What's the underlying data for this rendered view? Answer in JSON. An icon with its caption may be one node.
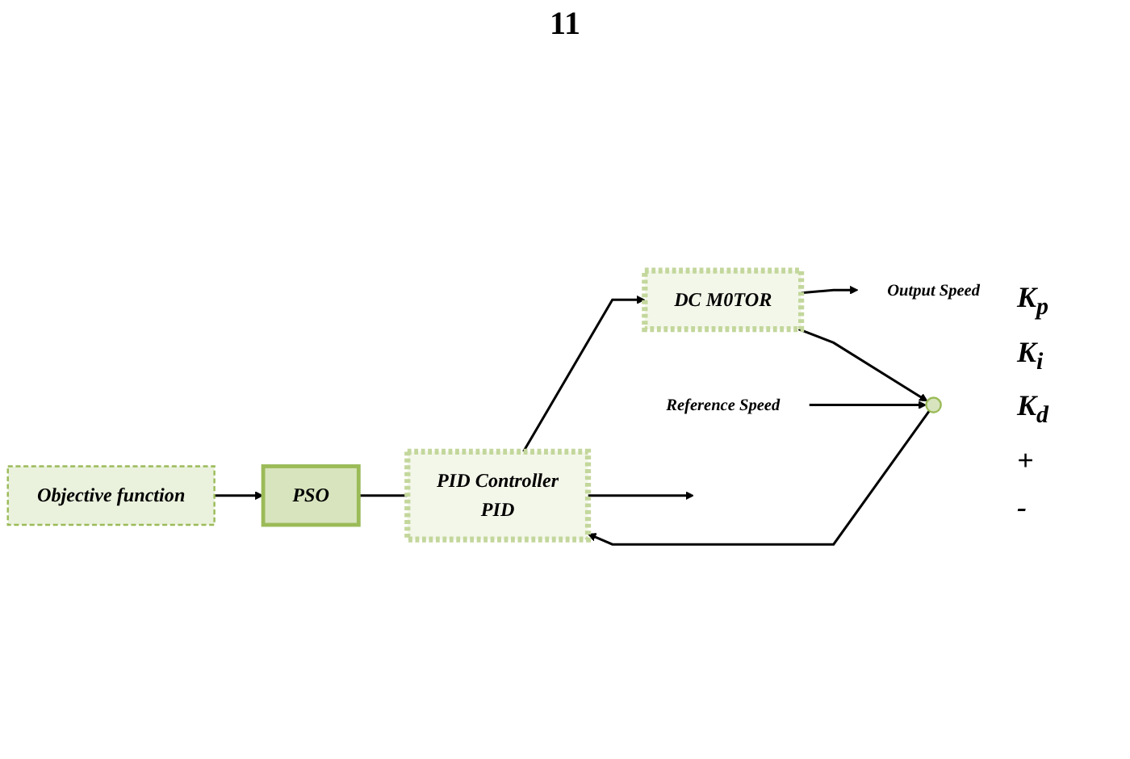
{
  "diagram": {
    "title": "11",
    "nodes": [
      {
        "text": [
          "Objective function"
        ]
      },
      {
        "text": [
          "PSO"
        ]
      },
      {
        "text": [
          "PID Controller",
          "PID"
        ]
      },
      {
        "text": [
          "DC M0TOR"
        ]
      },
      {
        "text": [],
        "shape": "circle"
      },
      {
        "text": [
          "Reference Speed"
        ]
      },
      {
        "text": [
          "Output Speed"
        ]
      }
    ],
    "edges": [
      {
        "from": 0,
        "to": 1,
        "arrow": "to"
      },
      {
        "from": 1,
        "to": 2,
        "arrow": "none"
      },
      {
        "from": 5,
        "to": 4,
        "arrow": "to"
      },
      {
        "from": 4,
        "to": 2,
        "arrow": "to"
      },
      {
        "from": 2,
        "to": 3,
        "arrow": "to"
      },
      {
        "from": 3,
        "to": 6,
        "arrow": "to"
      },
      {
        "from": 3,
        "to": 4,
        "arrow": "to"
      },
      {
        "from": 2,
        "to": null,
        "arrow": "to"
      }
    ],
    "labels": [
      "K$_{p}$",
      "K$_{i}$",
      "K$_{d}$",
      "+",
      "-"
    ]
  }
}
